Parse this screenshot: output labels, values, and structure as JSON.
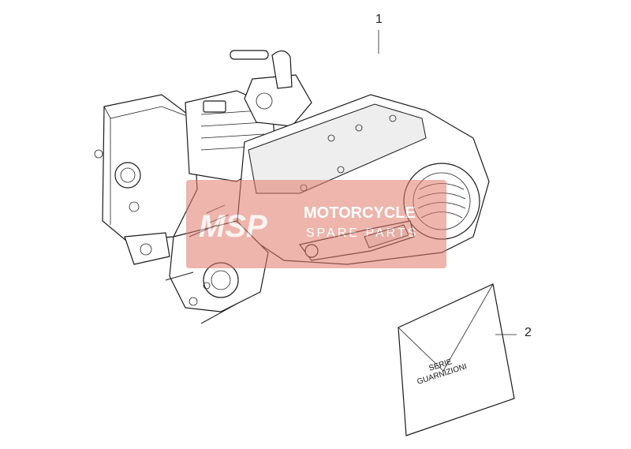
{
  "callouts": [
    {
      "number": "1"
    },
    {
      "number": "2"
    }
  ],
  "gasket_packet": {
    "line1": "SERIE",
    "line2": "GUARNIZIONI"
  },
  "watermark": {
    "logo_text": "MSP",
    "line1": "MOTORCYCLE",
    "line2": "SPARE PARTS",
    "color": "#e07a6a"
  }
}
